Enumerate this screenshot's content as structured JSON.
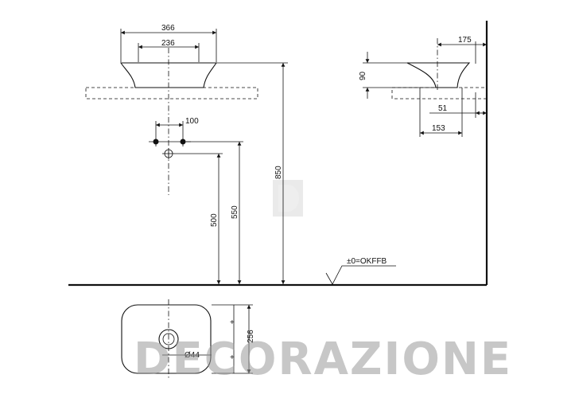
{
  "side_view": {
    "width_outer": "366",
    "width_inner": "236",
    "tap_spacing": "100",
    "height_850": "850",
    "height_550": "550",
    "height_500": "500",
    "floor_ref": "±0=OKFFB"
  },
  "profile_view": {
    "depth_175": "175",
    "height_90": "90",
    "dim_51": "51",
    "dim_153": "153"
  },
  "top_view": {
    "depth_256": "256",
    "drain_diameter": "Ø44"
  },
  "watermark": {
    "text": "DECORAZIONE"
  }
}
